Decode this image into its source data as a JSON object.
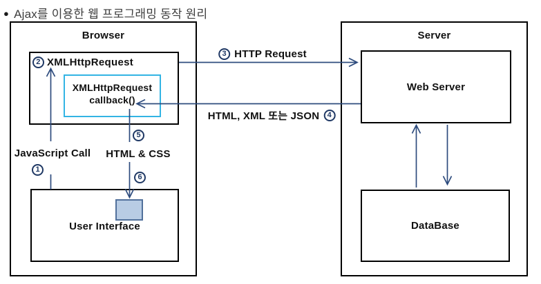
{
  "page_title": {
    "bullet": "●",
    "text": "Ajax를 이용한 웹 프로그래밍 동작 원리"
  },
  "browser": {
    "title": "Browser",
    "xhr_box": {
      "step": "2",
      "label": "XMLHttpRequest"
    },
    "callback_box": {
      "line1": "XMLHttpRequest",
      "line2": "callback()"
    },
    "js_call": {
      "step": "1",
      "label": "JavaScript Call"
    },
    "html_css": {
      "step_from_callback": "5",
      "label": "HTML & CSS",
      "step_to_ui": "6"
    },
    "ui_box": {
      "label": "User Interface"
    }
  },
  "server": {
    "title": "Server",
    "web_server_box": {
      "label": "Web Server"
    },
    "database_box": {
      "label": "DataBase"
    }
  },
  "flows": {
    "http_request": {
      "step": "3",
      "label": "HTTP Request"
    },
    "http_response": {
      "label": "HTML, XML 또는 JSON",
      "step": "4"
    }
  },
  "colors": {
    "arrow_line": "#2d4b7d",
    "step_badge": "#1f3864",
    "box_border": "#000000",
    "callback_box_border": "#32b4e4",
    "ui_block_fill": "#b8cce4",
    "ui_block_border": "#51709b",
    "title_text": "#3d3d3d",
    "label_text": "#111111"
  }
}
